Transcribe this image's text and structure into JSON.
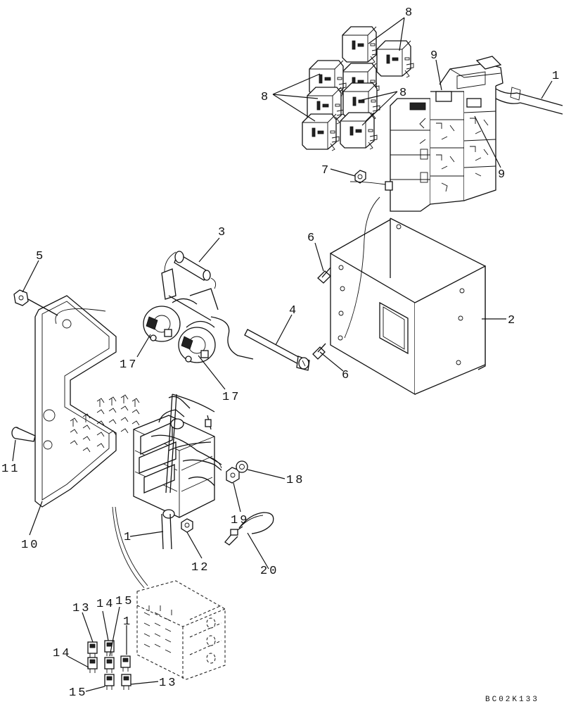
{
  "diagram": {
    "drawing_code": "BC02K133",
    "callouts": [
      {
        "id": "c1a",
        "label": "1"
      },
      {
        "id": "c1b",
        "label": "1"
      },
      {
        "id": "c2",
        "label": "2"
      },
      {
        "id": "c3",
        "label": "3"
      },
      {
        "id": "c4",
        "label": "4"
      },
      {
        "id": "c5",
        "label": "5"
      },
      {
        "id": "c6a",
        "label": "6"
      },
      {
        "id": "c6b",
        "label": "6"
      },
      {
        "id": "c7",
        "label": "7"
      },
      {
        "id": "c8a",
        "label": "8"
      },
      {
        "id": "c8b",
        "label": "8"
      },
      {
        "id": "c8c",
        "label": "8"
      },
      {
        "id": "c9a",
        "label": "9"
      },
      {
        "id": "c9b",
        "label": "9"
      },
      {
        "id": "c10",
        "label": "10"
      },
      {
        "id": "c11",
        "label": "11"
      },
      {
        "id": "c12",
        "label": "12"
      },
      {
        "id": "c13a",
        "label": "13"
      },
      {
        "id": "c13b",
        "label": "13"
      },
      {
        "id": "c14a",
        "label": "14"
      },
      {
        "id": "c14b",
        "label": "14"
      },
      {
        "id": "c15a",
        "label": "15"
      },
      {
        "id": "c15b",
        "label": "15"
      },
      {
        "id": "c16",
        "label": "1"
      },
      {
        "id": "c17a",
        "label": "17"
      },
      {
        "id": "c17b",
        "label": "17"
      },
      {
        "id": "c18",
        "label": "18"
      },
      {
        "id": "c19",
        "label": "19"
      },
      {
        "id": "c20",
        "label": "20"
      }
    ]
  }
}
